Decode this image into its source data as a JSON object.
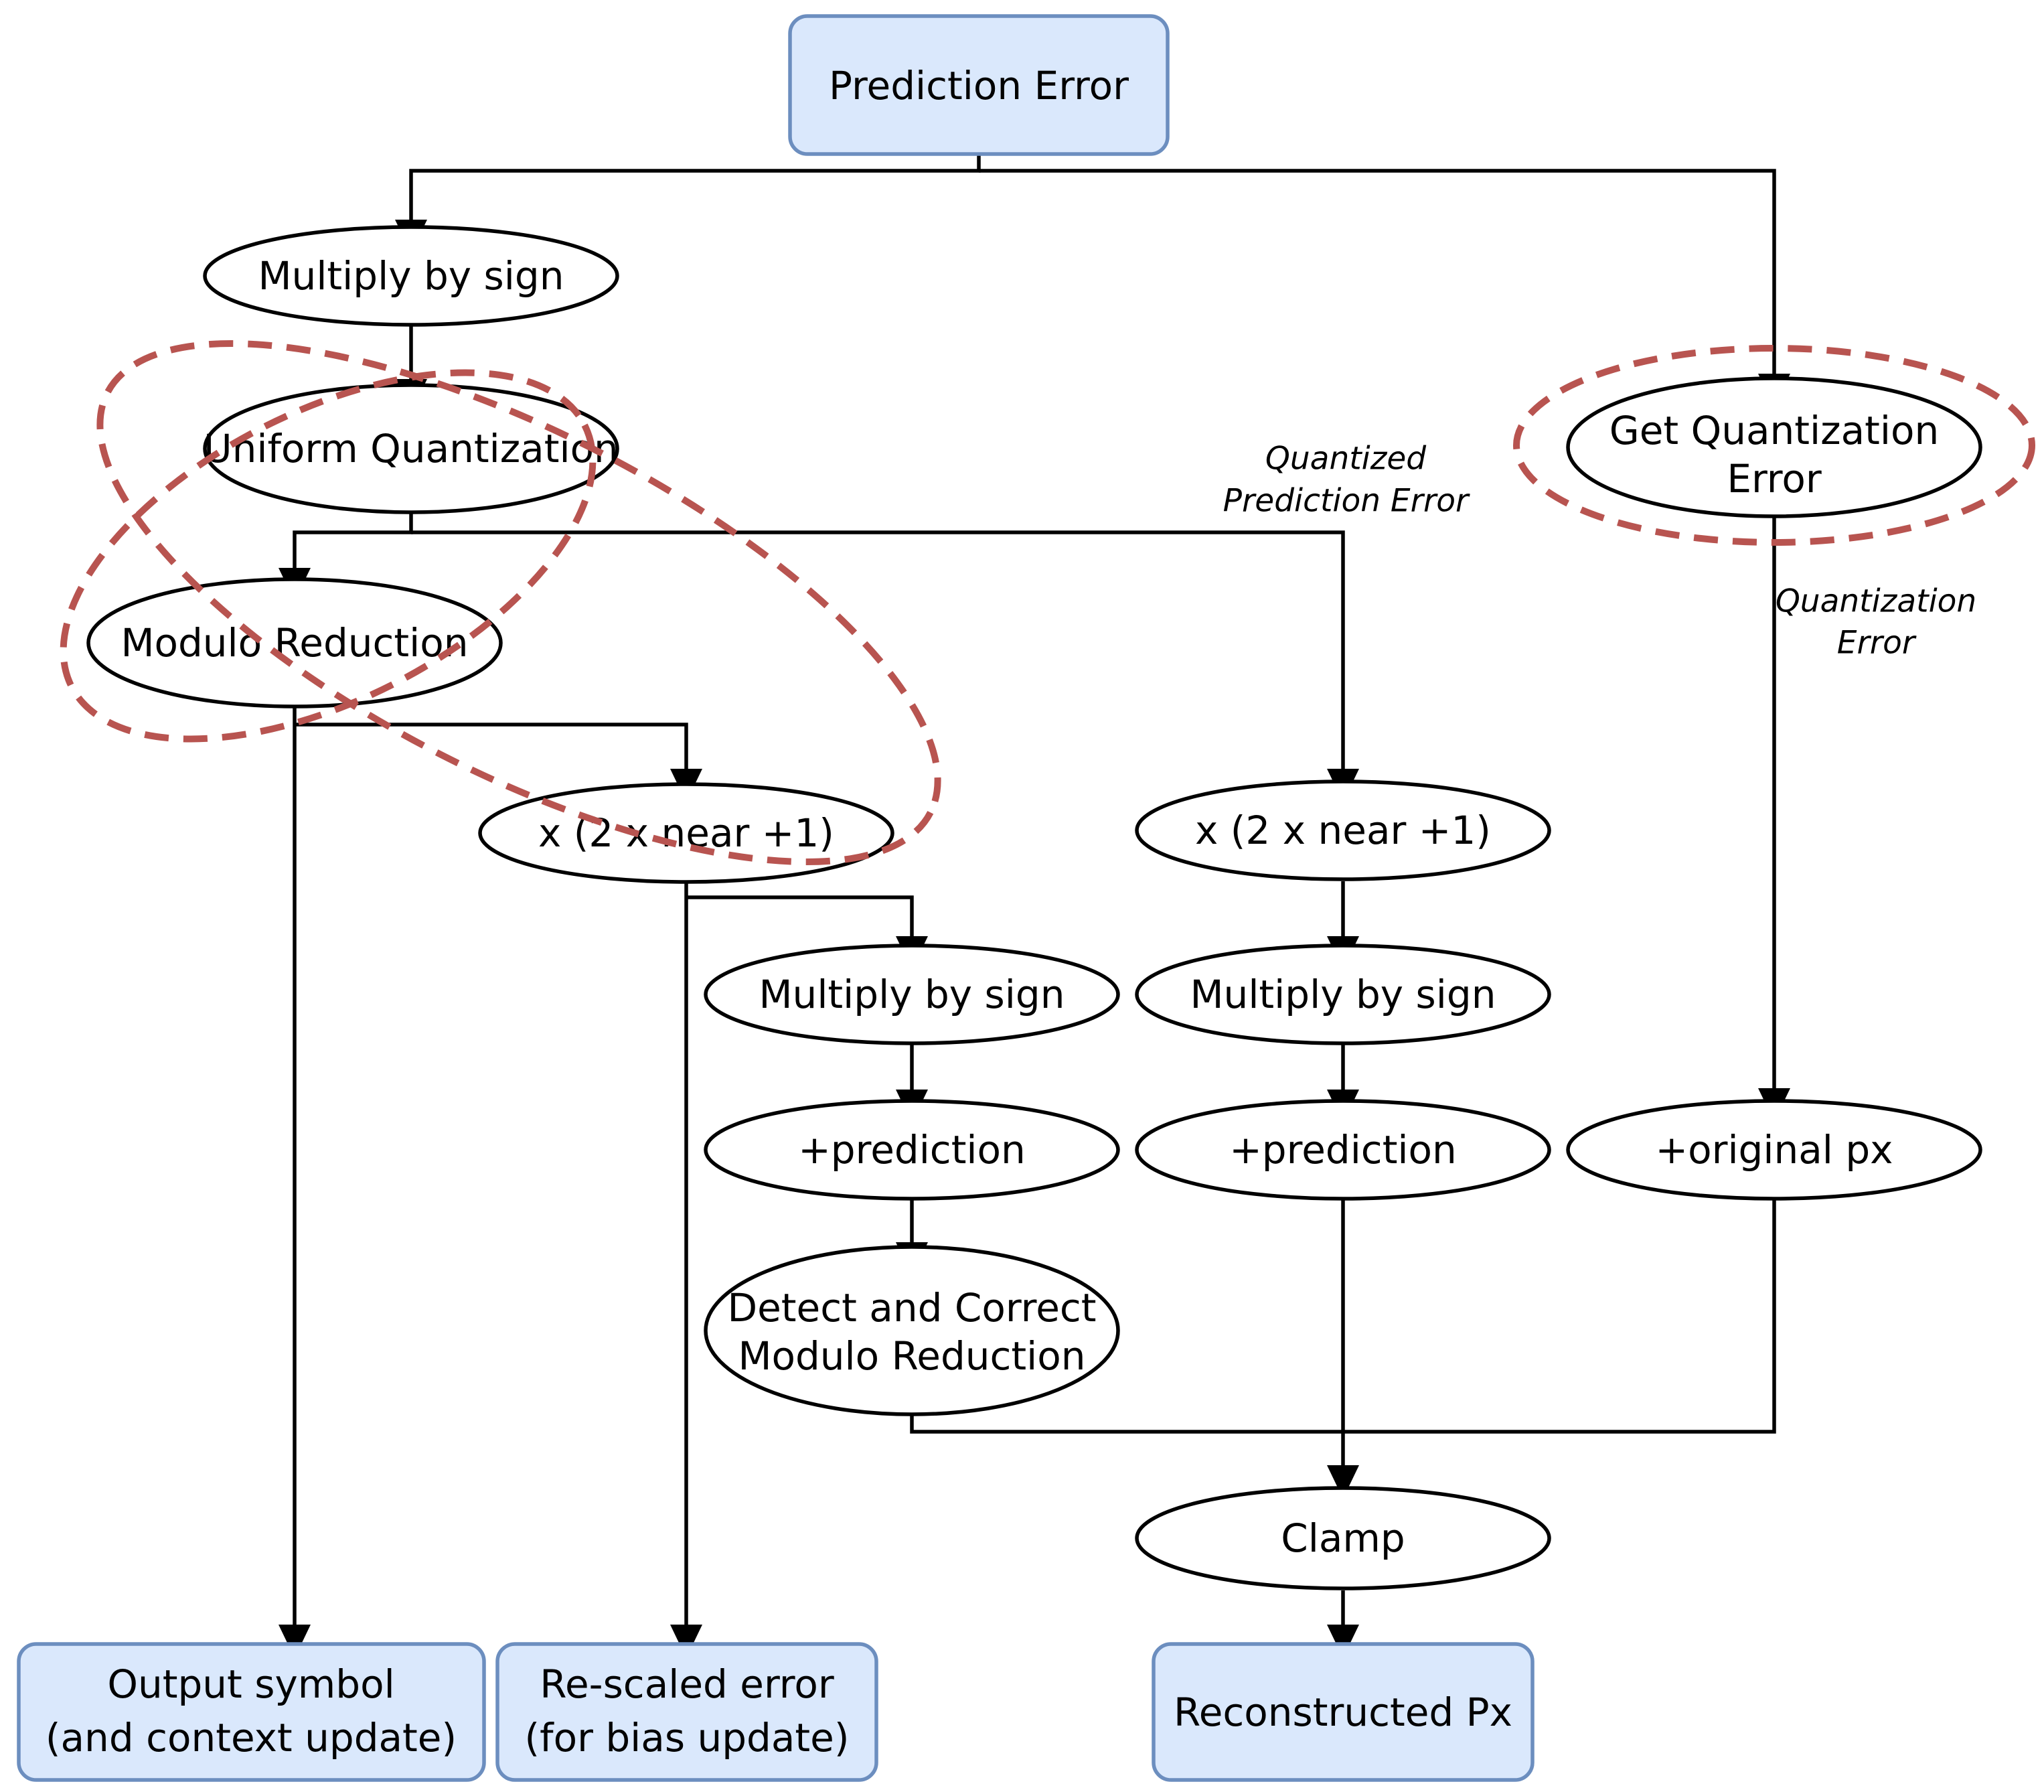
{
  "nodes": {
    "prediction_error": "Prediction Error",
    "multiply_sign_top": "Multiply by sign",
    "uniform_quantization": "Uniform Quantization",
    "modulo_reduction": "Modulo Reduction",
    "scale_left": "x (2 x near +1)",
    "scale_right": "x (2 x near +1)",
    "get_quant_error_line1": "Get Quantization",
    "get_quant_error_line2": "Error",
    "multiply_sign_mid": "Multiply by sign",
    "multiply_sign_right": "Multiply by sign",
    "plus_prediction_mid": "+prediction",
    "plus_prediction_right": "+prediction",
    "plus_original_px": "+original px",
    "detect_correct_line1": "Detect and Correct",
    "detect_correct_line2": "Modulo Reduction",
    "clamp": "Clamp",
    "output_symbol_line1": "Output symbol",
    "output_symbol_line2": "(and context update)",
    "rescaled_error_line1": "Re-scaled error",
    "rescaled_error_line2": "(for bias update)",
    "reconstructed_px": "Reconstructed Px"
  },
  "edge_labels": {
    "quantized_pred_error_line1": "Quantized",
    "quantized_pred_error_line2": "Prediction Error",
    "quantization_error_line1": "Quantization",
    "quantization_error_line2": "Error"
  },
  "colors": {
    "terminal_fill": "#dae8fc",
    "terminal_stroke": "#6c8ebf",
    "highlight": "#b85450"
  }
}
